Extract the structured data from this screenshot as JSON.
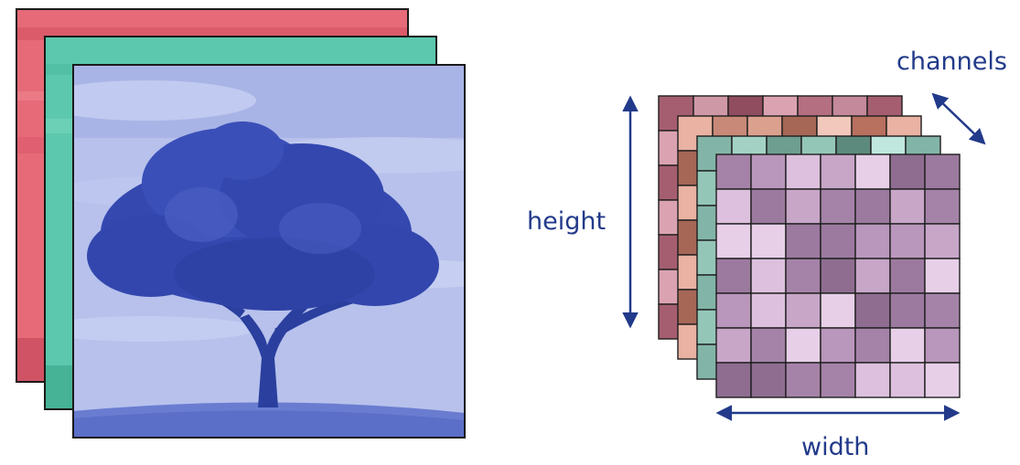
{
  "labels": {
    "height": "height",
    "width": "width",
    "channels": "channels"
  },
  "colors": {
    "label_text": "#223a8a",
    "arrow": "#223a8a",
    "red_channel": "#e0596a",
    "green_channel": "#56c2a8",
    "blue_channel": "#9aa8e6",
    "tree": "#2a3f9e",
    "grid_line": "#1e1e1e"
  },
  "image_layers": [
    {
      "name": "red-channel-image",
      "color": "#e0596a"
    },
    {
      "name": "green-channel-image",
      "color": "#56c2a8"
    },
    {
      "name": "blue-channel-image",
      "color": "#9aa8e6"
    }
  ],
  "tensor_layers": [
    {
      "name": "channel-layer-back",
      "cols": 7,
      "rows": 7,
      "palette": [
        "#a55e70",
        "#c4899a",
        "#b46f81",
        "#dba3b2",
        "#8f4d5f",
        "#cf98a7"
      ]
    },
    {
      "name": "channel-layer-second",
      "cols": 7,
      "rows": 7,
      "palette": [
        "#c98978",
        "#e9b2a2",
        "#b8705f",
        "#f1c8bb",
        "#a66757",
        "#dca08e"
      ]
    },
    {
      "name": "channel-layer-third",
      "cols": 7,
      "rows": 7,
      "palette": [
        "#6d9e90",
        "#a3d2c5",
        "#82b5a7",
        "#c0e7de",
        "#5c8a7d",
        "#94c6b8"
      ]
    },
    {
      "name": "channel-layer-front",
      "cols": 7,
      "rows": 7,
      "palette": [
        "#a583a8",
        "#c7a6c8",
        "#9c7a9f",
        "#dcc0dd",
        "#8e6d91",
        "#b996bb",
        "#e7cfe8"
      ]
    }
  ]
}
